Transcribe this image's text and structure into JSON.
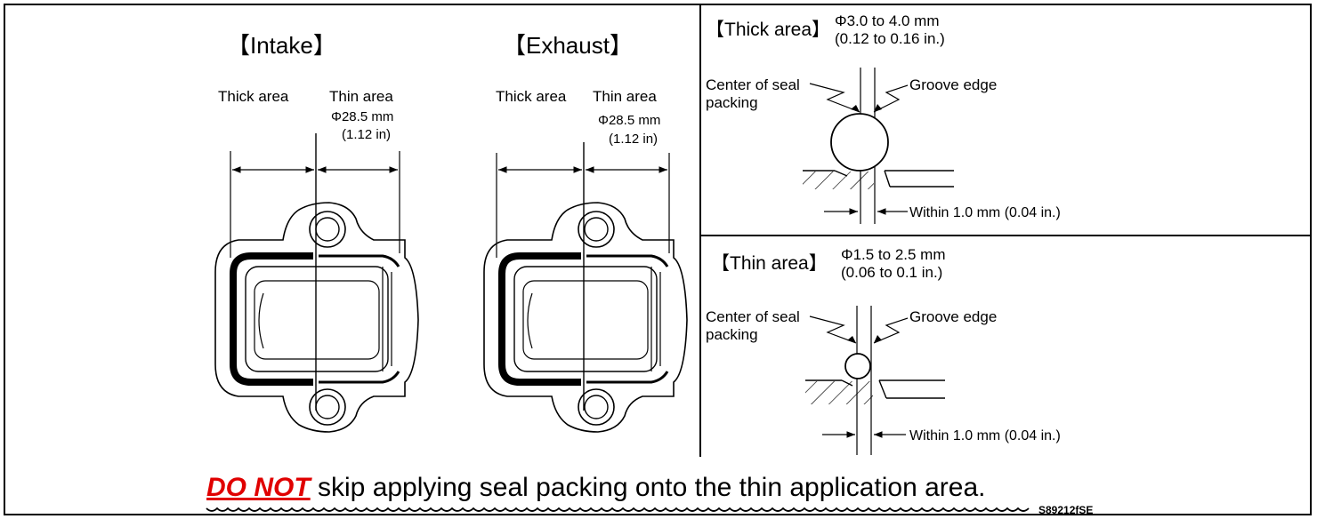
{
  "intake": {
    "title": "【Intake】",
    "thick_label": "Thick area",
    "thin_label": "Thin area",
    "thin_dia": "Φ28.5 mm",
    "thin_dia_in": "(1.12 in)"
  },
  "exhaust": {
    "title": "【Exhaust】",
    "thick_label": "Thick area",
    "thin_label": "Thin area",
    "thin_dia": "Φ28.5 mm",
    "thin_dia_in": "(1.12 in)"
  },
  "thick_detail": {
    "title": "【Thick area】",
    "dia": "Φ3.0 to 4.0 mm",
    "dia_in": "(0.12 to 0.16 in.)",
    "center_line1": "Center of seal",
    "center_line2": "packing",
    "groove": "Groove edge",
    "within": "Within 1.0 mm (0.04 in.)"
  },
  "thin_detail": {
    "title": "【Thin area】",
    "dia": "Φ1.5 to 2.5 mm",
    "dia_in": "(0.06 to 0.1 in.)",
    "center_line1": "Center of seal",
    "center_line2": "packing",
    "groove": "Groove edge",
    "within": "Within 1.0 mm (0.04 in.)"
  },
  "warning": {
    "emphasis": "DO NOT",
    "text": " skip applying seal packing onto the thin application area.",
    "emphasis_color": "#e00000"
  },
  "figure_code": "S89212fSE"
}
